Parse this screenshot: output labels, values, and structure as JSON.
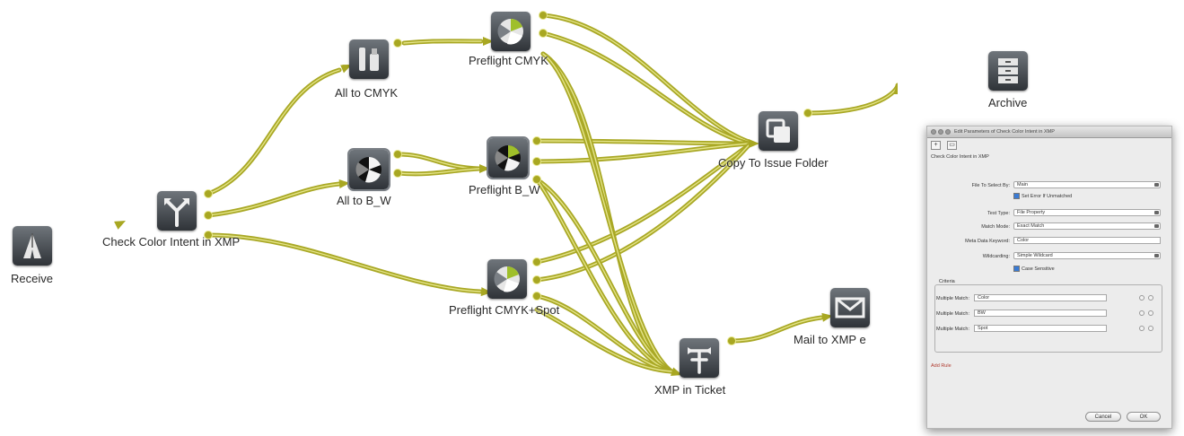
{
  "colors": {
    "connector": "#a9a825",
    "connector_highlight": "#e4e489",
    "icon_bg": "#3c4147"
  },
  "nodes": {
    "receive": {
      "label": "Receive",
      "icon": "receive-icon"
    },
    "check_color": {
      "label": "Check Color Intent in XMP",
      "icon": "fork-icon"
    },
    "all_cmyk": {
      "label": "All to CMYK",
      "icon": "tools-icon"
    },
    "all_bw": {
      "label": "All to B_W",
      "icon": "preflight-icon"
    },
    "preflight_cmyk": {
      "label": "Preflight CMYK",
      "icon": "preflight-icon"
    },
    "preflight_bw": {
      "label": "Preflight B_W",
      "icon": "preflight-icon"
    },
    "preflight_spot": {
      "label": "Preflight CMYK+Spot",
      "icon": "preflight-icon"
    },
    "copy_folder": {
      "label": "Copy To Issue Folder",
      "icon": "copy-icon"
    },
    "archive": {
      "label": "Archive",
      "icon": "archive-icon"
    },
    "xmp_ticket": {
      "label": "XMP in Ticket",
      "icon": "ticket-icon"
    },
    "mail": {
      "label": "Mail to XMP e",
      "icon": "mail-icon"
    }
  },
  "dialog": {
    "title": "Edit Parameters of Check Color Intent in XMP",
    "add_btn": "+",
    "section": "Check Color Intent in XMP",
    "file_to_select_label": "File To Select By:",
    "file_to_select_value": "Main",
    "set_error_label": "Set Error If Unmatched",
    "test_type_label": "Test Type:",
    "test_type_value": "File Property",
    "match_mode_label": "Match Mode:",
    "match_mode_value": "Exact Match",
    "meta_keyword_label": "Meta Data Keyword:",
    "meta_keyword_value": "Color",
    "wildcarding_label": "Wildcarding:",
    "wildcarding_value": "Simple Wildcard",
    "case_sensitive_label": "Case Sensitive",
    "criteria_title": "Criteria",
    "criteria": [
      {
        "label": "Multiple Match:",
        "value": "Color"
      },
      {
        "label": "Multiple Match:",
        "value": "BW"
      },
      {
        "label": "Multiple Match:",
        "value": "Spot"
      }
    ],
    "add_rule": "Add Rule",
    "cancel": "Cancel",
    "ok": "OK"
  }
}
